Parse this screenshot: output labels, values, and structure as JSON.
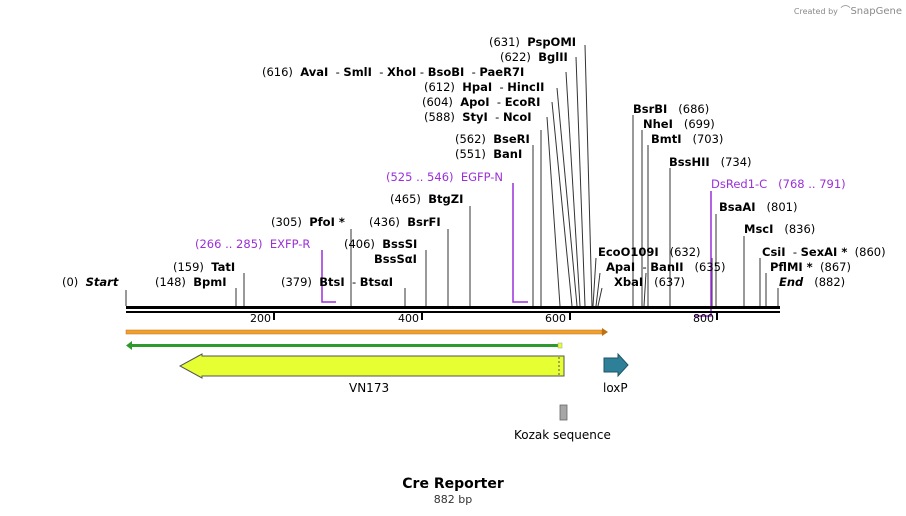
{
  "credit": {
    "prefix": "Created by",
    "brand": "SnapGene"
  },
  "map": {
    "title": "Cre Reporter",
    "length_label": "882 bp",
    "length_bp": 882,
    "ruler_ticks": [
      "200",
      "400",
      "600",
      "800"
    ],
    "sites": [
      {
        "pos": "(0)",
        "name": "Start",
        "bp": 0,
        "italic": true
      },
      {
        "pos": "(148)",
        "name": "BpmI",
        "bp": 148
      },
      {
        "pos": "(159)",
        "name": "TatI",
        "bp": 159
      },
      {
        "pos": "(305)",
        "name": "PfoI *",
        "bp": 305
      },
      {
        "pos": "(379)",
        "name": "BtsI",
        "name2": "BtsαI",
        "bp": 379
      },
      {
        "pos": "(406)",
        "name": "BssSI",
        "bp": 406
      },
      {
        "pos": "",
        "name": "BssSαI",
        "bp": 406
      },
      {
        "pos": "(436)",
        "name": "BsrFI",
        "bp": 436
      },
      {
        "pos": "(465)",
        "name": "BtgZI",
        "bp": 465
      },
      {
        "pos": "(551)",
        "name": "BanI",
        "bp": 551
      },
      {
        "pos": "(562)",
        "name": "BseRI",
        "bp": 562
      },
      {
        "pos": "(588)",
        "name": "StyI",
        "name2": "NcoI",
        "bp": 588
      },
      {
        "pos": "(604)",
        "name": "ApoI",
        "name2": "EcoRI",
        "bp": 604
      },
      {
        "pos": "(612)",
        "name": "HpaI",
        "name2": "HincII",
        "bp": 612
      },
      {
        "pos": "(616)",
        "name": "AvaI",
        "name2": "SmlI",
        "name3": "XhoI",
        "name4": "BsoBI",
        "name5": "PaeR7I",
        "bp": 616
      },
      {
        "pos": "(622)",
        "name": "BglII",
        "bp": 622
      },
      {
        "pos": "(631)",
        "name": "PspOMI",
        "bp": 631
      },
      {
        "pos": "(632)",
        "name": "EcoO109I",
        "bp": 632
      },
      {
        "pos": "",
        "name": "ApaI",
        "name2": "BanII",
        "bp": 635
      },
      {
        "pos": "(635)",
        "name": "",
        "bp": 635
      },
      {
        "pos": "(637)",
        "name": "XbaI",
        "bp": 637
      },
      {
        "pos": "(686)",
        "name": "BsrBI",
        "bp": 686
      },
      {
        "pos": "(699)",
        "name": "NheI",
        "bp": 699
      },
      {
        "pos": "(703)",
        "name": "BmtI",
        "bp": 703
      },
      {
        "pos": "(734)",
        "name": "BssHII",
        "bp": 734
      },
      {
        "pos": "(801)",
        "name": "BsaAI",
        "bp": 801
      },
      {
        "pos": "(836)",
        "name": "MscI",
        "bp": 836
      },
      {
        "pos": "(860)",
        "name": "CsiI",
        "name2": "SexAI *",
        "bp": 860
      },
      {
        "pos": "(867)",
        "name": "PflMI *",
        "bp": 867
      },
      {
        "pos": "(882)",
        "name": "End",
        "bp": 882,
        "italic": true
      }
    ],
    "features": [
      {
        "range": "(266 .. 285)",
        "name": "EXFP-R"
      },
      {
        "range": "(525 .. 546)",
        "name": "EGFP-N"
      },
      {
        "range": "(768 .. 791)",
        "name": "DsRed1-C"
      }
    ],
    "annotations": [
      {
        "name": "VN173",
        "color": "#e5ff33"
      },
      {
        "name": "loxP",
        "color": "#2e8098"
      },
      {
        "name": "Kozak sequence",
        "color": "#a6a6a6"
      }
    ],
    "colors": {
      "primer": "#9b30d9",
      "orange_track": "#f0a030",
      "green_track": "#2e9a2e"
    }
  }
}
